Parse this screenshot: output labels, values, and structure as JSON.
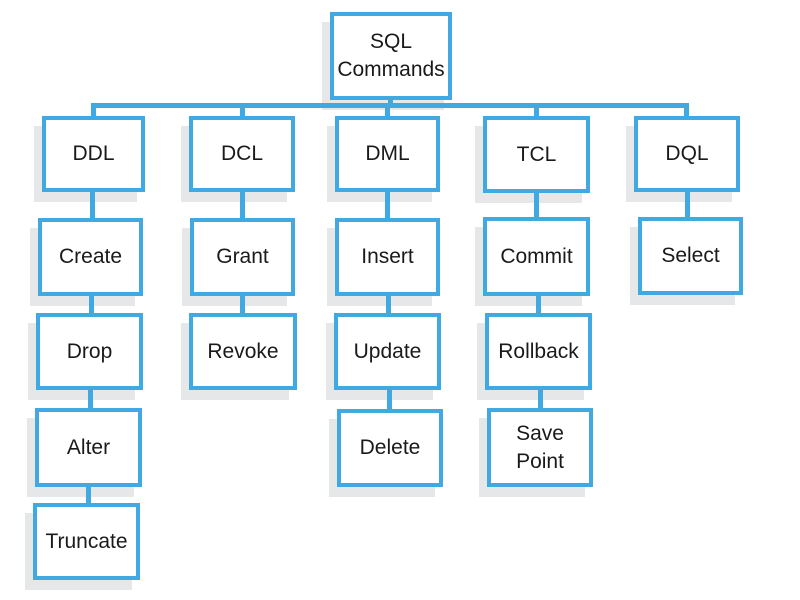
{
  "diagram": {
    "root_label": "SQL Commands",
    "branches": [
      {
        "label": "DDL",
        "children": [
          "Create",
          "Drop",
          "Alter",
          "Truncate"
        ]
      },
      {
        "label": "DCL",
        "children": [
          "Grant",
          "Revoke"
        ]
      },
      {
        "label": "DML",
        "children": [
          "Insert",
          "Update",
          "Delete"
        ]
      },
      {
        "label": "TCL",
        "children": [
          "Commit",
          "Rollback",
          "Save Point"
        ]
      },
      {
        "label": "DQL",
        "children": [
          "Select"
        ]
      }
    ],
    "colors": {
      "line": "#41a9e1",
      "box_fill": "#ffffff",
      "shadow": "#e5e7e9",
      "text": "#1a1a1a",
      "background": "#ffffff"
    }
  }
}
